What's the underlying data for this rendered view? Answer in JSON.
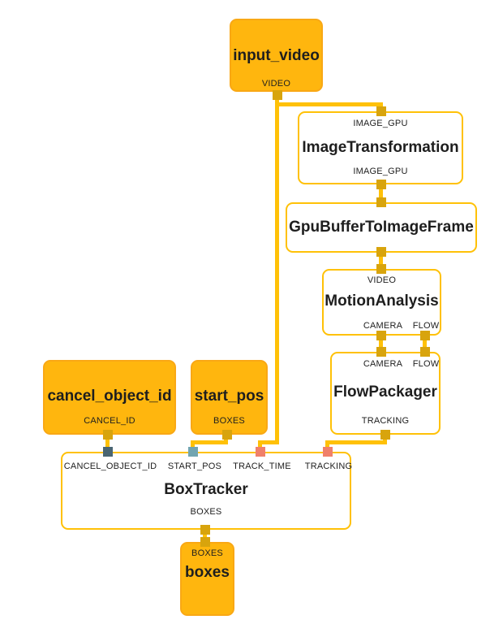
{
  "colors": {
    "edge": "#FFC107",
    "node_border": "#FFC107",
    "node_fill": "#FFB60E",
    "packet_border": "#F9A815",
    "port_amber": "#D8A40D",
    "port_slate": "#4A6572",
    "port_blue": "#72A5B1",
    "port_salmon": "#F0806A",
    "text": "#1E1E1E"
  },
  "nodes": {
    "input_video": {
      "title": "input_video",
      "output_label": "VIDEO"
    },
    "image_transformation": {
      "title": "ImageTransformation",
      "input_label": "IMAGE_GPU",
      "output_label": "IMAGE_GPU"
    },
    "gpu_buffer_to_image_frame": {
      "title": "GpuBufferToImageFrame"
    },
    "motion_analysis": {
      "title": "MotionAnalysis",
      "input_label": "VIDEO",
      "outputs": [
        "CAMERA",
        "FLOW"
      ]
    },
    "flow_packager": {
      "title": "FlowPackager",
      "inputs": [
        "CAMERA",
        "FLOW"
      ],
      "output_label": "TRACKING"
    },
    "cancel_object_id": {
      "title": "cancel_object_id",
      "output_label": "CANCEL_ID"
    },
    "start_pos": {
      "title": "start_pos",
      "output_label": "BOXES"
    },
    "box_tracker": {
      "title": "BoxTracker",
      "inputs": [
        "CANCEL_OBJECT_ID",
        "START_POS",
        "TRACK_TIME",
        "TRACKING"
      ],
      "output_label": "BOXES"
    },
    "boxes": {
      "title": "boxes",
      "input_label": "BOXES"
    }
  },
  "edges": [
    {
      "from": "input_video.VIDEO",
      "to": "ImageTransformation.IMAGE_GPU"
    },
    {
      "from": "input_video.VIDEO",
      "to": "BoxTracker.TRACK_TIME"
    },
    {
      "from": "ImageTransformation.IMAGE_GPU",
      "to": "GpuBufferToImageFrame"
    },
    {
      "from": "GpuBufferToImageFrame",
      "to": "MotionAnalysis.VIDEO"
    },
    {
      "from": "MotionAnalysis.CAMERA",
      "to": "FlowPackager.CAMERA"
    },
    {
      "from": "MotionAnalysis.FLOW",
      "to": "FlowPackager.FLOW"
    },
    {
      "from": "FlowPackager.TRACKING",
      "to": "BoxTracker.TRACKING"
    },
    {
      "from": "cancel_object_id.CANCEL_ID",
      "to": "BoxTracker.CANCEL_OBJECT_ID"
    },
    {
      "from": "start_pos.BOXES",
      "to": "BoxTracker.START_POS"
    },
    {
      "from": "BoxTracker.BOXES",
      "to": "boxes.BOXES"
    }
  ]
}
